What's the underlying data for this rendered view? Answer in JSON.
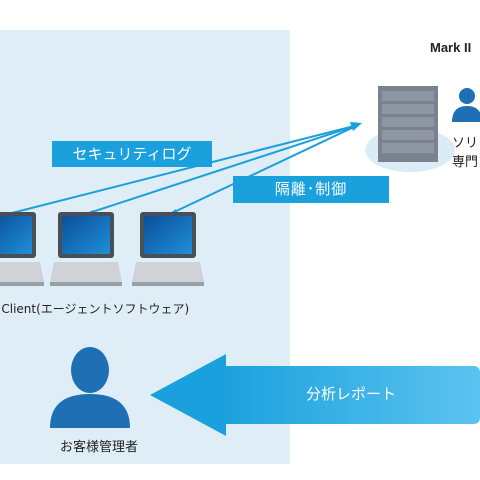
{
  "service": {
    "title": "Mark II",
    "expert_line1": "ソリ",
    "expert_line2": "専門"
  },
  "flows": {
    "security_log": "セキュリティログ",
    "isolation_control": "隔離･制御",
    "analysis_report": "分析レポート"
  },
  "clients": {
    "caption": "I Client(エージェントソフトウェア)"
  },
  "admin": {
    "caption": "お客様管理者"
  },
  "colors": {
    "accent": "#1aa0dc",
    "panel": "#dfeef6",
    "person": "#1f6fb5",
    "server": "#7a8290"
  }
}
